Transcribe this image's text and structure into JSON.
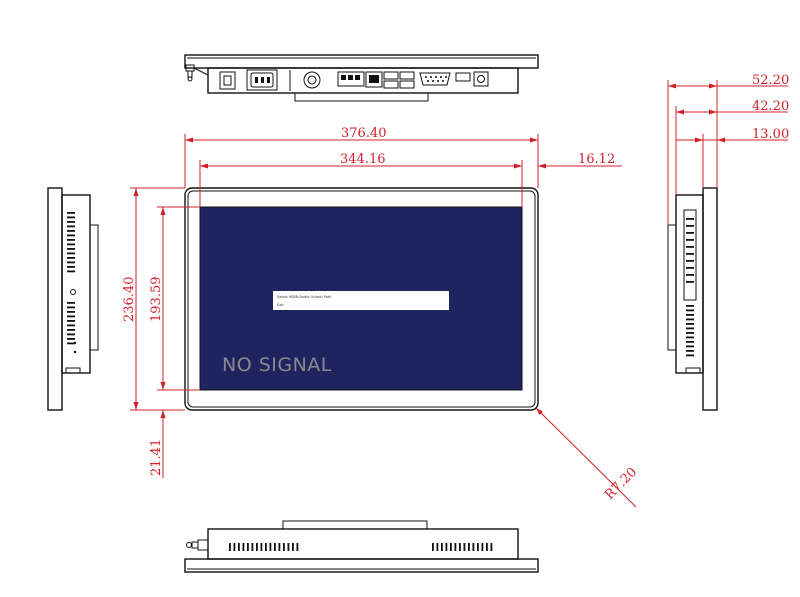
{
  "screen": {
    "no_signal_text": "NO SIGNAL",
    "dialog_line1": "Select HDMI/Audio Output Path",
    "dialog_line2": "Exit",
    "screen_color": "#1f2460",
    "dialog_color": "#ffffff"
  },
  "dimensions": {
    "overall_width": "376.40",
    "screen_width": "344.16",
    "side_margin": "16.12",
    "overall_height": "236.40",
    "screen_height": "193.59",
    "bottom_margin": "21.41",
    "corner_radius": "R7.20",
    "depth_total": "52.20",
    "depth_body": "42.20",
    "depth_bezel": "13.00"
  },
  "colors": {
    "dimension_line": "#d2202a",
    "outline": "#111111"
  }
}
